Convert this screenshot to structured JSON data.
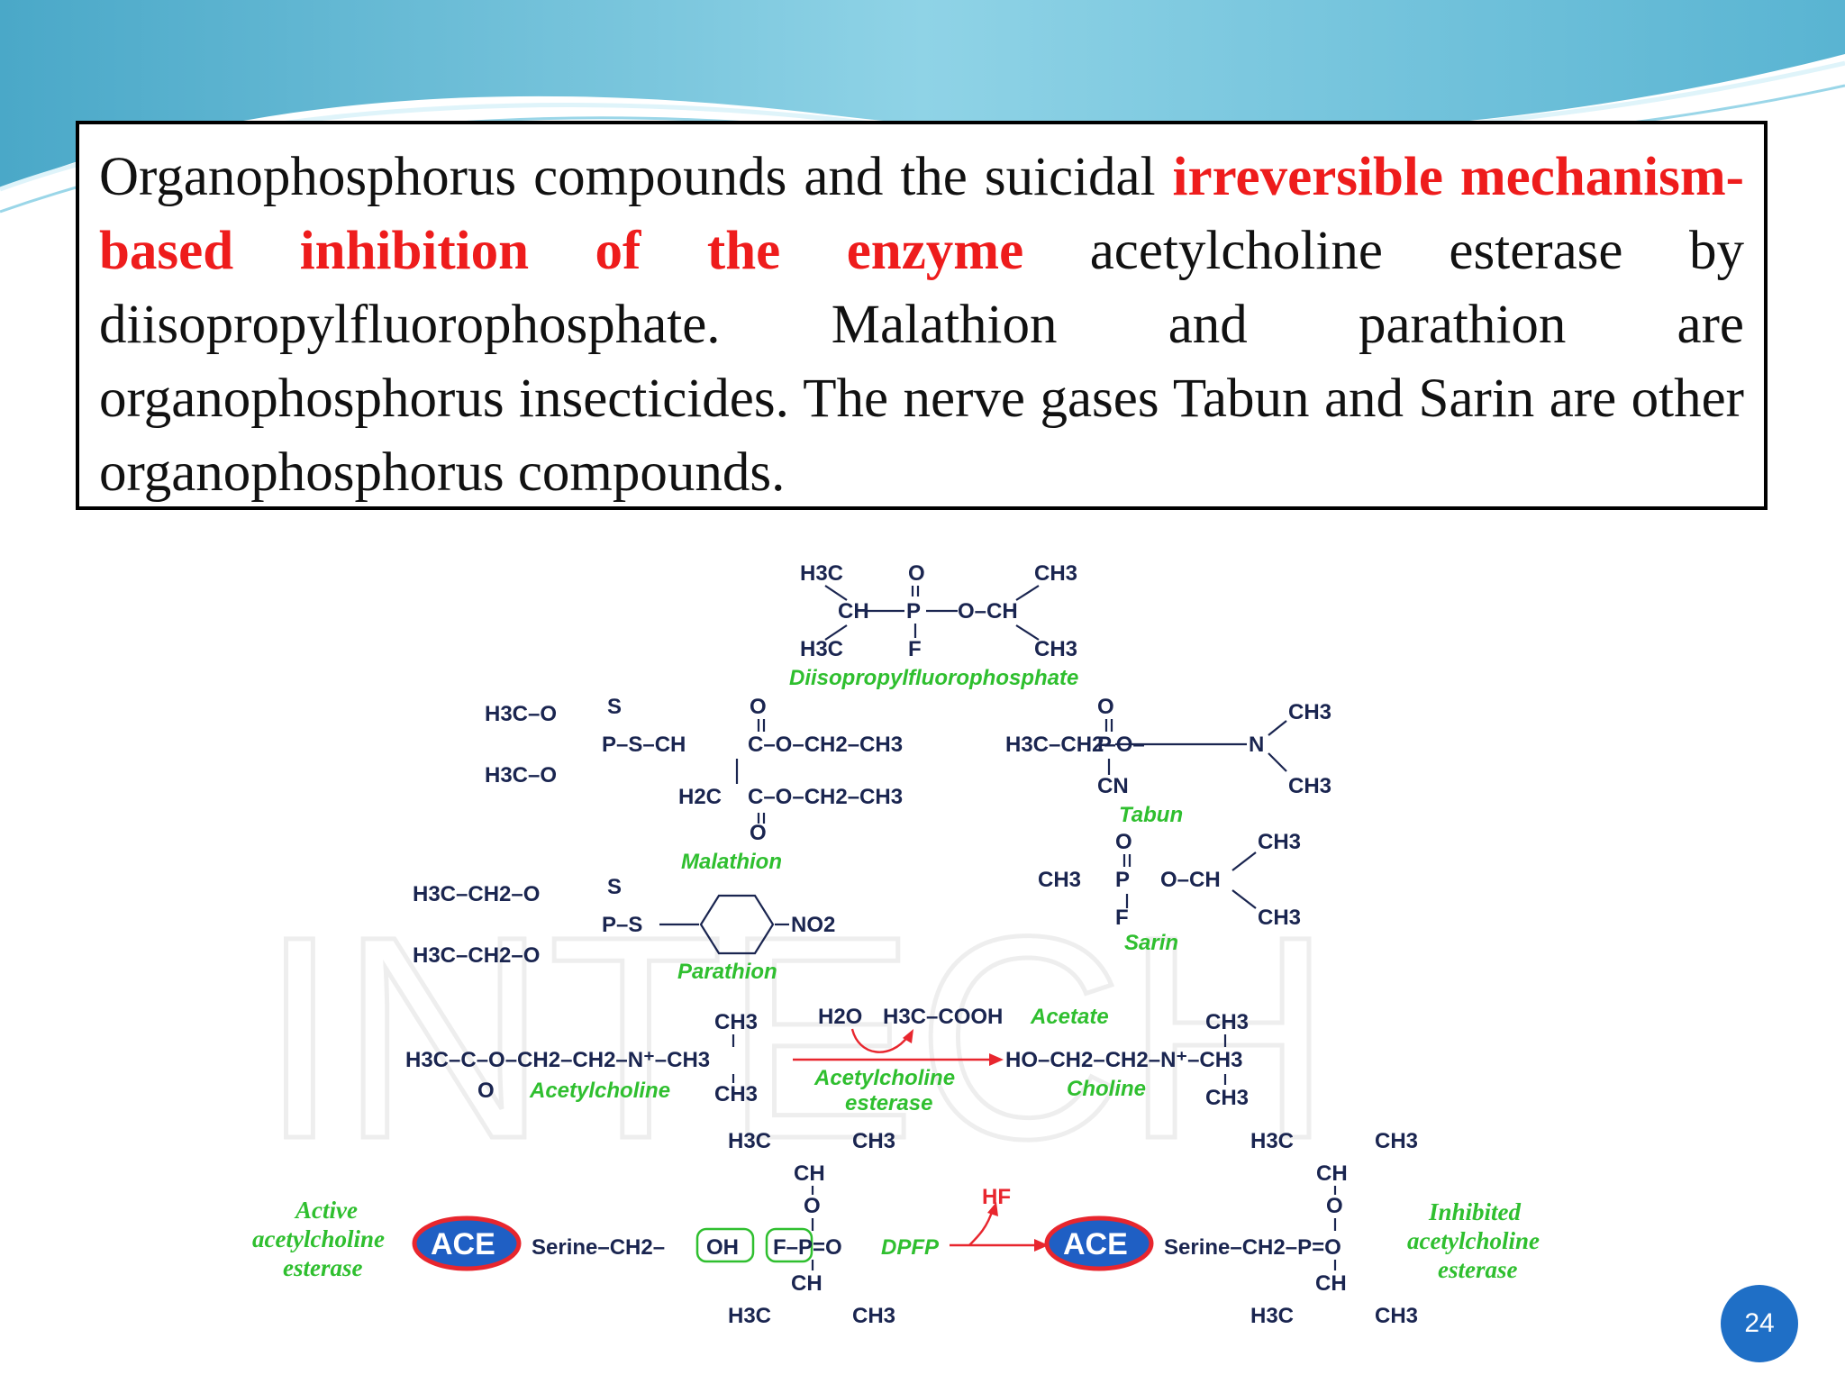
{
  "slide": {
    "page_number": "24",
    "text": {
      "part1": "Organophosphorus compounds and the suicidal ",
      "highlight": "irreversible mechanism-based inhibition of the enzyme",
      "part2": " acetylcholine esterase by diisopropylfluorophosphate. Malathion and parathion are organophosphorus insecticides. The nerve gases Tabun and Sarin are other organophosphorus compounds."
    },
    "colors": {
      "highlight": "#ee1c1c",
      "label_green": "#2fbf2f",
      "arrow_red": "#e8262e",
      "ace_blue": "#1f5fc4",
      "page_badge": "#1f6fc6"
    }
  },
  "figure": {
    "watermark": "INTECH",
    "dfp": {
      "h3c_top": "H3C",
      "ch3_top": "CH3",
      "o_top": "O",
      "ch": "CH",
      "p": "P",
      "o_ch": "O–CH",
      "h3c_bot": "H3C",
      "f": "F",
      "ch3_bot": "CH3",
      "label": "Diisopropylfluorophosphate"
    },
    "malathion": {
      "h3co_top": "H3C–O",
      "s": "S",
      "p_s_ch": "P–S–CH",
      "o_top": "O",
      "c_ester1": "C–O–CH2–CH3",
      "h3co_bot": "H3C–O",
      "h2c": "H2C",
      "c_ester2": "C–O–CH2–CH3",
      "o_bot": "O",
      "label": "Malathion"
    },
    "tabun": {
      "left": "H3C–CH2–O–",
      "o": "O",
      "p": "P",
      "n": "N",
      "ch3_top": "CH3",
      "cn": "CN",
      "ch3_bot": "CH3",
      "label": "Tabun"
    },
    "parathion": {
      "top": "H3C–CH2–O",
      "s": "S",
      "p_s": "P–S",
      "no2": "NO2",
      "bot": "H3C–CH2–O",
      "label": "Parathion"
    },
    "sarin": {
      "o": "O",
      "ch3": "CH3",
      "p": "P",
      "o_ch": "O–CH",
      "ch3_top": "CH3",
      "f": "F",
      "ch3_bot": "CH3",
      "label": "Sarin"
    },
    "acetylcholine": {
      "ch3_top": "CH3",
      "formula": "H3C–C–O–CH2–CH2–N⁺–CH3",
      "o": "O",
      "label": "Acetylcholine",
      "ch3_bot": "CH3"
    },
    "reaction": {
      "h2o": "H2O",
      "acetate_formula": "H3C–COOH",
      "acetate_label": "Acetate",
      "enzyme_label_1": "Acetylcholine",
      "enzyme_label_2": "esterase"
    },
    "choline": {
      "ch3_top": "CH3",
      "formula": "HO–CH2–CH2–N⁺–CH3",
      "label": "Choline",
      "ch3_bot": "CH3"
    },
    "inhibition": {
      "active_1": "Active",
      "active_2": "acetylcholine",
      "active_3": "esterase",
      "ace": "ACE",
      "left_chain": "Serine–CH2–",
      "oh": "OH",
      "f_p": "F–P=O",
      "dpfp": "DPFP",
      "hf": "HF",
      "right_chain": "Serine–CH2–P=O",
      "inhibited_1": "Inhibited",
      "inhibited_2": "acetylcholine",
      "inhibited_3": "esterase",
      "h3c": "H3C",
      "ch3": "CH3",
      "ch": "CH",
      "o": "O"
    }
  }
}
